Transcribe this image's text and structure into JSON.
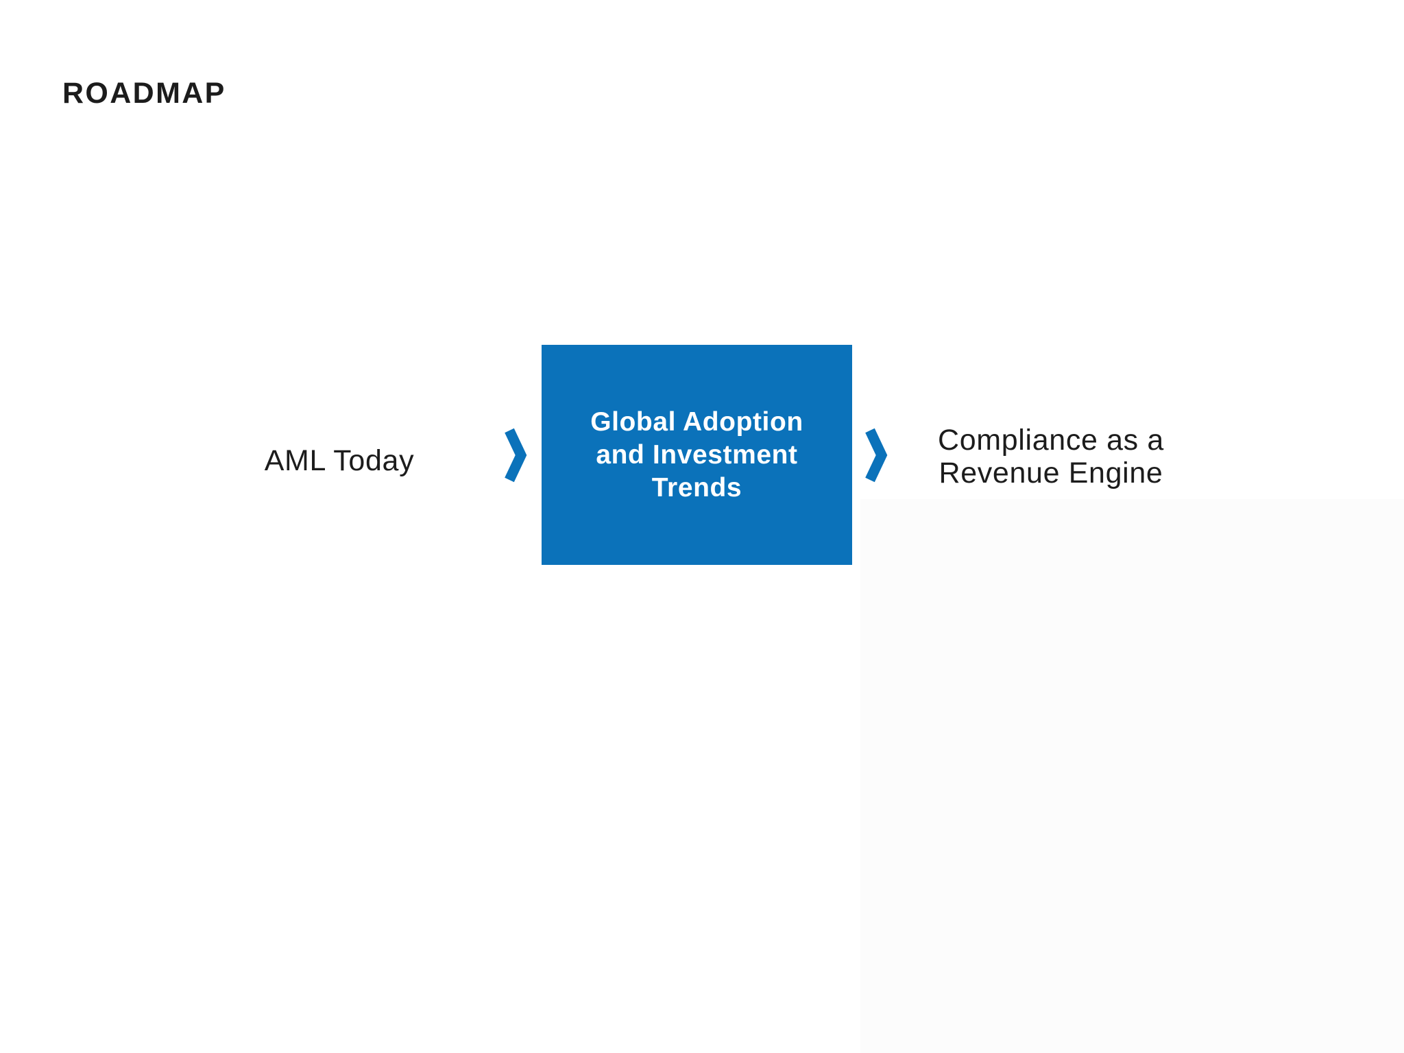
{
  "slide": {
    "title": "ROADMAP",
    "steps": [
      {
        "label": "AML Today",
        "state": "upcoming",
        "lines": [
          "AML Today"
        ]
      },
      {
        "label": "Global Adoption and Investment Trends",
        "state": "active",
        "lines": [
          "Global Adoption",
          "and Investment",
          "Trends"
        ]
      },
      {
        "label": "Compliance as a Revenue Engine",
        "state": "upcoming",
        "lines": [
          "Compliance as a",
          "Revenue Engine"
        ]
      }
    ],
    "separator_icon": "chevron-right-icon",
    "colors": {
      "accent_blue": "#0B72BA",
      "box_text": "#FFFFFF",
      "text_dark": "#1C1C1C",
      "background": "#FFFFFF",
      "panel_offwhite": "#FCFCFC"
    }
  }
}
